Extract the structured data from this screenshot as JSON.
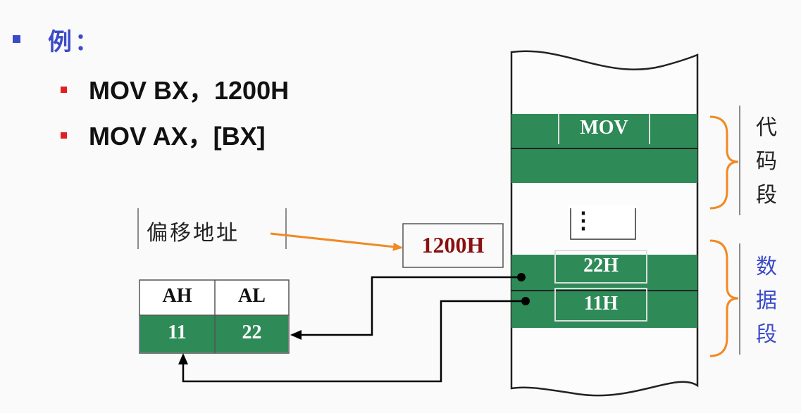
{
  "heading": "例：",
  "instructions": [
    "MOV BX，1200H",
    "MOV AX，[BX]"
  ],
  "offset_label": "偏移地址",
  "offset_value": "1200H",
  "register": {
    "high_name": "AH",
    "low_name": "AL",
    "high_value": "11",
    "low_value": "22"
  },
  "memory": {
    "code_cell": "MOV",
    "ellipsis": "⋮",
    "data_cells": [
      "22H",
      "11H"
    ]
  },
  "segments": {
    "code": [
      "代",
      "码",
      "段"
    ],
    "data": [
      "数",
      "据",
      "段"
    ]
  },
  "colors": {
    "green": "#2e8a57",
    "arrow_orange": "#f08a24",
    "brace_orange": "#f08a24",
    "dark_red": "#8b1010",
    "blue": "#3b4bc8",
    "red_bullet": "#e02020"
  }
}
